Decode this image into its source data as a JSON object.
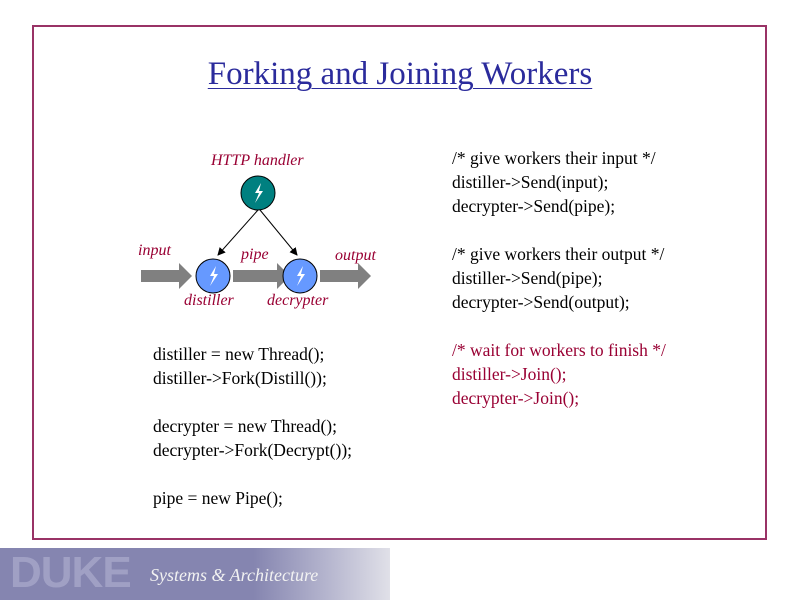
{
  "title": "Forking and Joining Workers",
  "diagram": {
    "http_handler": "HTTP handler",
    "input": "input",
    "pipe": "pipe",
    "output": "output",
    "distiller": "distiller",
    "decrypter": "decrypter"
  },
  "left_code": [
    "distiller = new Thread();",
    "distiller->Fork(Distill());",
    "",
    "decrypter = new Thread();",
    "decrypter->Fork(Decrypt());",
    "",
    "pipe = new Pipe();"
  ],
  "right_code": [
    "/* give workers their input */",
    "distiller->Send(input);",
    "decrypter->Send(pipe);",
    "",
    "/* give workers their output */",
    "distiller->Send(pipe);",
    "decrypter->Send(output);",
    "",
    "/* wait for workers to finish */",
    "distiller->Join();",
    "decrypter->Join();"
  ],
  "footer": {
    "logo": "DUKE",
    "subtitle": "Systems & Architecture"
  }
}
